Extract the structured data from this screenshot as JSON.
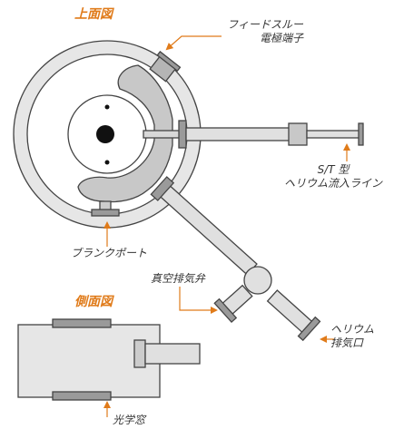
{
  "colors": {
    "accent": "#e07b1a",
    "outline": "#444444",
    "part_fill": "#cccccc",
    "part_dark": "#9a9a9a",
    "body_fill": "#e6e6e6",
    "bore": "#111111"
  },
  "views": {
    "top_title": "上面図",
    "side_title": "側面図"
  },
  "labels": {
    "feedthrough": [
      "フィードスルー",
      "電極端子"
    ],
    "st_type": [
      "S/T 型",
      "ヘリウム流入ライン"
    ],
    "blank_port": "ブランクポート",
    "vacuum_valve": "真空排気弁",
    "he_exhaust": [
      "ヘリウム",
      "排気口"
    ],
    "optical_window": "光学窓"
  }
}
